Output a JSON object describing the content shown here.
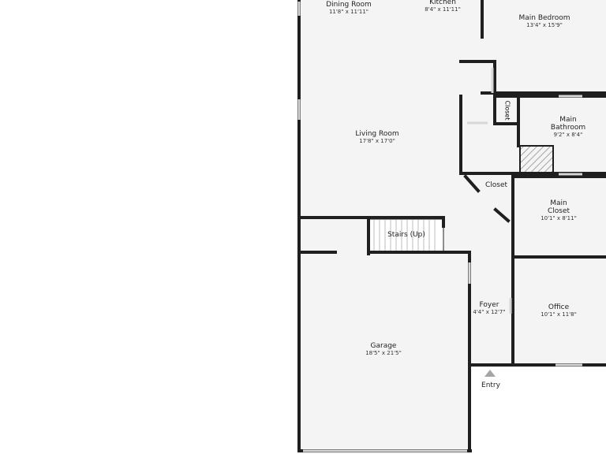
{
  "rooms": {
    "dining": {
      "name": "Dining Room",
      "dims": "11'8\" x 11'11\""
    },
    "kitchen": {
      "name": "Kitchen",
      "dims": "8'4\" x 11'11\""
    },
    "main_bedroom": {
      "name": "Main Bedroom",
      "dims": "13'4\" x 15'9\""
    },
    "living": {
      "name": "Living Room",
      "dims": "17'8\" x 17'0\""
    },
    "closet_small": {
      "name": "Closet"
    },
    "main_bath": {
      "name": "Main\nBathroom",
      "dims": "9'2\" x 8'4\""
    },
    "closet_hall": {
      "name": "Closet"
    },
    "main_closet": {
      "name": "Main\nCloset",
      "dims": "10'1\" x 8'11\""
    },
    "stairs": {
      "name": "Stairs (Up)"
    },
    "foyer": {
      "name": "Foyer",
      "dims": "4'4\" x 12'7\""
    },
    "office": {
      "name": "Office",
      "dims": "10'1\" x 11'8\""
    },
    "garage": {
      "name": "Garage",
      "dims": "18'5\" x 21'5\""
    }
  },
  "entry": {
    "label": "Entry"
  },
  "colors": {
    "floor": "#f4f4f4",
    "wall": "#1f1f1f",
    "window": "#d7d7d7"
  }
}
